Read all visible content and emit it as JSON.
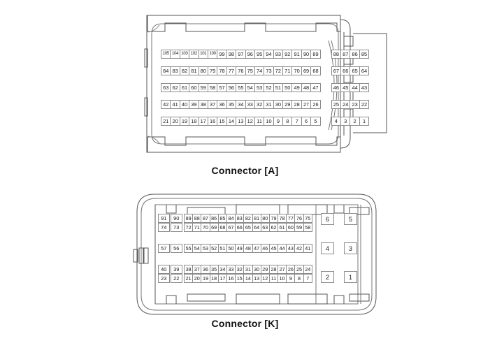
{
  "page": {
    "background_color": "#ffffff",
    "line_color": "#555555",
    "cell_border_color": "#8c8c8c",
    "text_color": "#1a1a1a"
  },
  "connector_a": {
    "caption": "Connector [A]",
    "rows": [
      {
        "left": [
          "105",
          "104",
          "103",
          "102",
          "101",
          "100",
          "99",
          "98",
          "97",
          "96",
          "95",
          "94",
          "93",
          "92",
          "91",
          "90",
          "89"
        ],
        "right": [
          "88",
          "87",
          "86",
          "85"
        ]
      },
      {
        "left": [
          "84",
          "83",
          "82",
          "81",
          "80",
          "79",
          "78",
          "77",
          "76",
          "75",
          "74",
          "73",
          "72",
          "71",
          "70",
          "69",
          "68"
        ],
        "right": [
          "67",
          "66",
          "65",
          "64"
        ]
      },
      {
        "left": [
          "63",
          "62",
          "61",
          "60",
          "59",
          "58",
          "57",
          "56",
          "55",
          "54",
          "53",
          "52",
          "51",
          "50",
          "49",
          "48",
          "47"
        ],
        "right": [
          "46",
          "45",
          "44",
          "43"
        ]
      },
      {
        "left": [
          "42",
          "41",
          "40",
          "39",
          "38",
          "37",
          "36",
          "35",
          "34",
          "33",
          "32",
          "31",
          "30",
          "29",
          "28",
          "27",
          "26"
        ],
        "right": [
          "25",
          "24",
          "23",
          "22"
        ]
      },
      {
        "left": [
          "21",
          "20",
          "19",
          "18",
          "17",
          "16",
          "15",
          "14",
          "13",
          "12",
          "11",
          "10",
          "9",
          "8",
          "7",
          "6",
          "5"
        ],
        "right": [
          "4",
          "3",
          "2",
          "1"
        ]
      }
    ]
  },
  "connector_k": {
    "caption": "Connector [K]",
    "rows": [
      {
        "wide": [
          "91",
          "90"
        ],
        "main": [
          "89",
          "88",
          "87",
          "86",
          "85",
          "84",
          "83",
          "82",
          "81",
          "80",
          "79",
          "78",
          "77",
          "76",
          "75"
        ]
      },
      {
        "wide": [
          "74",
          "73"
        ],
        "main": [
          "72",
          "71",
          "70",
          "69",
          "68",
          "67",
          "66",
          "65",
          "64",
          "63",
          "62",
          "61",
          "60",
          "59",
          "58"
        ]
      },
      {
        "wide": [
          "57",
          "56"
        ],
        "main": [
          "55",
          "54",
          "53",
          "52",
          "51",
          "50",
          "49",
          "48",
          "47",
          "46",
          "45",
          "44",
          "43",
          "42",
          "41"
        ]
      },
      {
        "wide": [
          "40",
          "39"
        ],
        "main": [
          "38",
          "37",
          "36",
          "35",
          "34",
          "33",
          "32",
          "31",
          "30",
          "29",
          "28",
          "27",
          "26",
          "25",
          "24"
        ]
      },
      {
        "wide": [
          "23",
          "22"
        ],
        "main": [
          "21",
          "20",
          "19",
          "18",
          "17",
          "16",
          "15",
          "14",
          "13",
          "12",
          "11",
          "10",
          "9",
          "8",
          "7"
        ]
      }
    ],
    "large_pads": [
      [
        "6",
        "5"
      ],
      [
        "4",
        "3"
      ],
      [
        "2",
        "1"
      ]
    ]
  }
}
